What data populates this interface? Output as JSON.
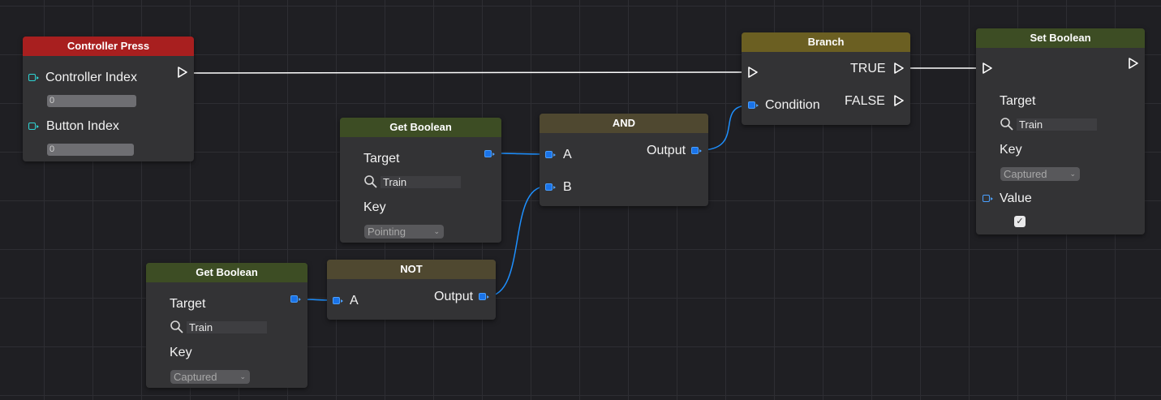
{
  "colors": {
    "event_header": "#a81f1f",
    "getter_header": "#3d4d24",
    "logic_header": "#4f4830",
    "branch_header": "#6b5f22",
    "data_wire": "#1e90ff",
    "exec_wire": "#ffffff",
    "node_body": "#333335"
  },
  "nodes": {
    "controller_press": {
      "title": "Controller Press",
      "controller_index_label": "Controller Index",
      "controller_index_value": "0",
      "button_index_label": "Button Index",
      "button_index_value": "0"
    },
    "get_boolean_1": {
      "title": "Get Boolean",
      "target_label": "Target",
      "target_value": "Train",
      "key_label": "Key",
      "key_value": "Pointing"
    },
    "get_boolean_2": {
      "title": "Get Boolean",
      "target_label": "Target",
      "target_value": "Train",
      "key_label": "Key",
      "key_value": "Captured"
    },
    "not_node": {
      "title": "NOT",
      "input_a": "A",
      "output": "Output"
    },
    "and_node": {
      "title": "AND",
      "input_a": "A",
      "input_b": "B",
      "output": "Output"
    },
    "branch": {
      "title": "Branch",
      "condition": "Condition",
      "true_label": "TRUE",
      "false_label": "FALSE"
    },
    "set_boolean": {
      "title": "Set Boolean",
      "target_label": "Target",
      "target_value": "Train",
      "key_label": "Key",
      "key_value": "Captured",
      "value_label": "Value",
      "value_checked": true
    }
  },
  "icons": [
    "exec-pin-icon",
    "data-pin-icon",
    "search-icon",
    "chevron-down-icon",
    "checkmark-icon"
  ]
}
